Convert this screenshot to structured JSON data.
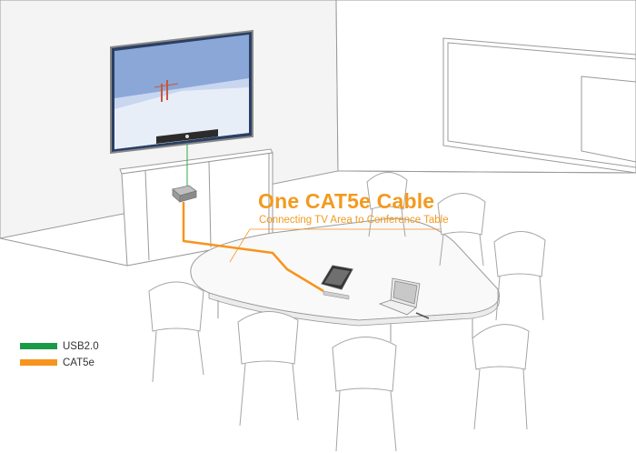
{
  "callout": {
    "title": "One CAT5e Cable",
    "subtitle": "Connecting TV Area to Conference Table"
  },
  "legend": [
    {
      "label": "USB2.0",
      "color": "#1a9a47"
    },
    {
      "label": "CAT5e",
      "color": "#f7941d"
    }
  ],
  "colors": {
    "usb_line": "#2fa84f",
    "cat5e_line": "#f7941d",
    "outline": "#9a9a9a",
    "wall_shade": "#f2f2f2"
  },
  "icons": [
    "tv-screen",
    "video-bar",
    "hub-box",
    "touch-panel",
    "laptop",
    "chair",
    "whiteboard"
  ]
}
